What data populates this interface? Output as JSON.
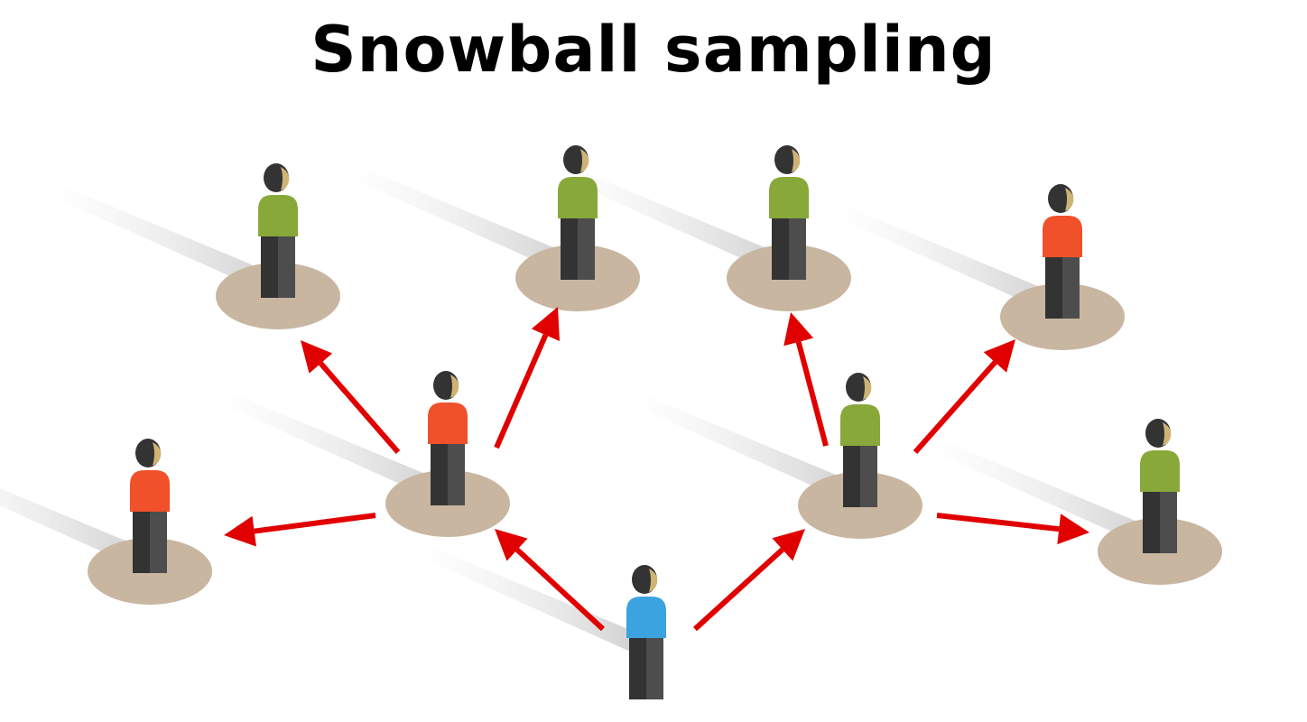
{
  "title": "Snowball sampling",
  "colors": {
    "background": "#ffffff",
    "arrow": "#e10000",
    "platform": "#c8b6a1",
    "shadow": "#d9d9d9",
    "head": "#333333",
    "face": "#cfb374",
    "legs_dark": "#333333",
    "legs_light": "#4d4d4d",
    "seed": "#3ba3e0",
    "referral": "#f0502a",
    "participant": "#88a83a"
  },
  "people": [
    {
      "id": "seed",
      "role": "seed",
      "shirt": "seed",
      "platform": false
    },
    {
      "id": "wave1-left",
      "role": "referral",
      "shirt": "referral",
      "platform": true
    },
    {
      "id": "wave1-right",
      "role": "participant",
      "shirt": "participant",
      "platform": true
    },
    {
      "id": "wave2-far-left",
      "role": "referral",
      "shirt": "referral",
      "platform": true
    },
    {
      "id": "wave2-top-left",
      "role": "participant",
      "shirt": "participant",
      "platform": true
    },
    {
      "id": "wave2-top-center-left",
      "role": "participant",
      "shirt": "participant",
      "platform": true
    },
    {
      "id": "wave2-top-center-right",
      "role": "participant",
      "shirt": "participant",
      "platform": true
    },
    {
      "id": "wave2-top-right",
      "role": "referral",
      "shirt": "referral",
      "platform": true
    },
    {
      "id": "wave2-far-right",
      "role": "participant",
      "shirt": "participant",
      "platform": true
    }
  ],
  "links": [
    {
      "from": "seed",
      "to": "wave1-left"
    },
    {
      "from": "seed",
      "to": "wave1-right"
    },
    {
      "from": "wave1-left",
      "to": "wave2-far-left"
    },
    {
      "from": "wave1-left",
      "to": "wave2-top-left"
    },
    {
      "from": "wave1-left",
      "to": "wave2-top-center-left"
    },
    {
      "from": "wave1-right",
      "to": "wave2-top-center-right"
    },
    {
      "from": "wave1-right",
      "to": "wave2-top-right"
    },
    {
      "from": "wave1-right",
      "to": "wave2-far-right"
    }
  ]
}
